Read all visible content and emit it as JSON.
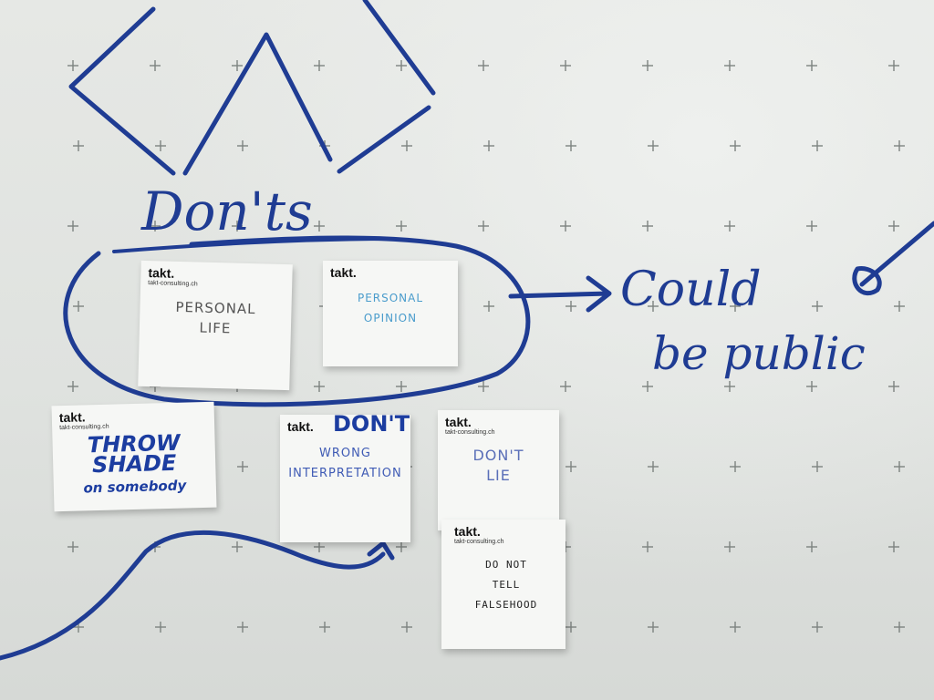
{
  "board": {
    "heading": "Don'ts",
    "arrow_note": [
      "Could",
      "be public"
    ]
  },
  "notes": [
    {
      "brand": "takt.",
      "site": "takt-consulting.ch",
      "lines": [
        "PERSONAL",
        "LIFE"
      ]
    },
    {
      "brand": "takt.",
      "site": "",
      "lines": [
        "PERSONAL",
        "OPINION"
      ]
    },
    {
      "brand": "takt.",
      "site": "takt-consulting.ch",
      "lines": [
        "THROW",
        "SHADE",
        "on somebody"
      ]
    },
    {
      "brand": "takt.",
      "site": "",
      "marker_word": "DON'T",
      "lines": [
        "WRONG",
        "INTERPRETATION"
      ]
    },
    {
      "brand": "takt.",
      "site": "takt-consulting.ch",
      "lines": [
        "DON'T",
        "LIE"
      ]
    },
    {
      "brand": "takt.",
      "site": "takt-consulting.ch",
      "lines": [
        "DO  NOT",
        "TELL",
        "FALSEHOOD"
      ]
    }
  ],
  "colors": {
    "marker": "#1f3c93",
    "board": "#e3e5e2",
    "note": "#f6f7f5"
  }
}
